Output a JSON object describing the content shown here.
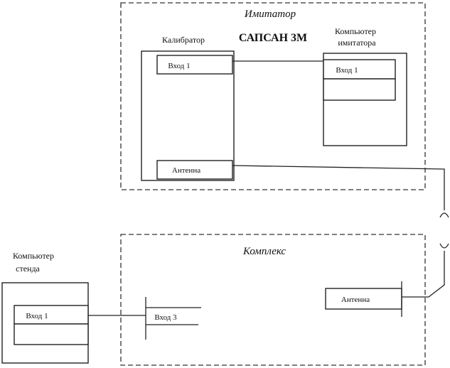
{
  "imitator": {
    "title": "Имитатор",
    "device_name": "САПСАН 3М",
    "calibrator": {
      "label": "Калибратор",
      "input": "Вход 1",
      "antenna": "Антенна"
    },
    "computer": {
      "label_line1": "Компьютер",
      "label_line2": "имитатора",
      "input": "Вход 1"
    }
  },
  "complex": {
    "title": "Комплекс",
    "antenna": "Антенна",
    "input": "Вход 3"
  },
  "stand_computer": {
    "label_line1": "Компьютер",
    "label_line2": "стенда",
    "input": "Вход 1"
  }
}
